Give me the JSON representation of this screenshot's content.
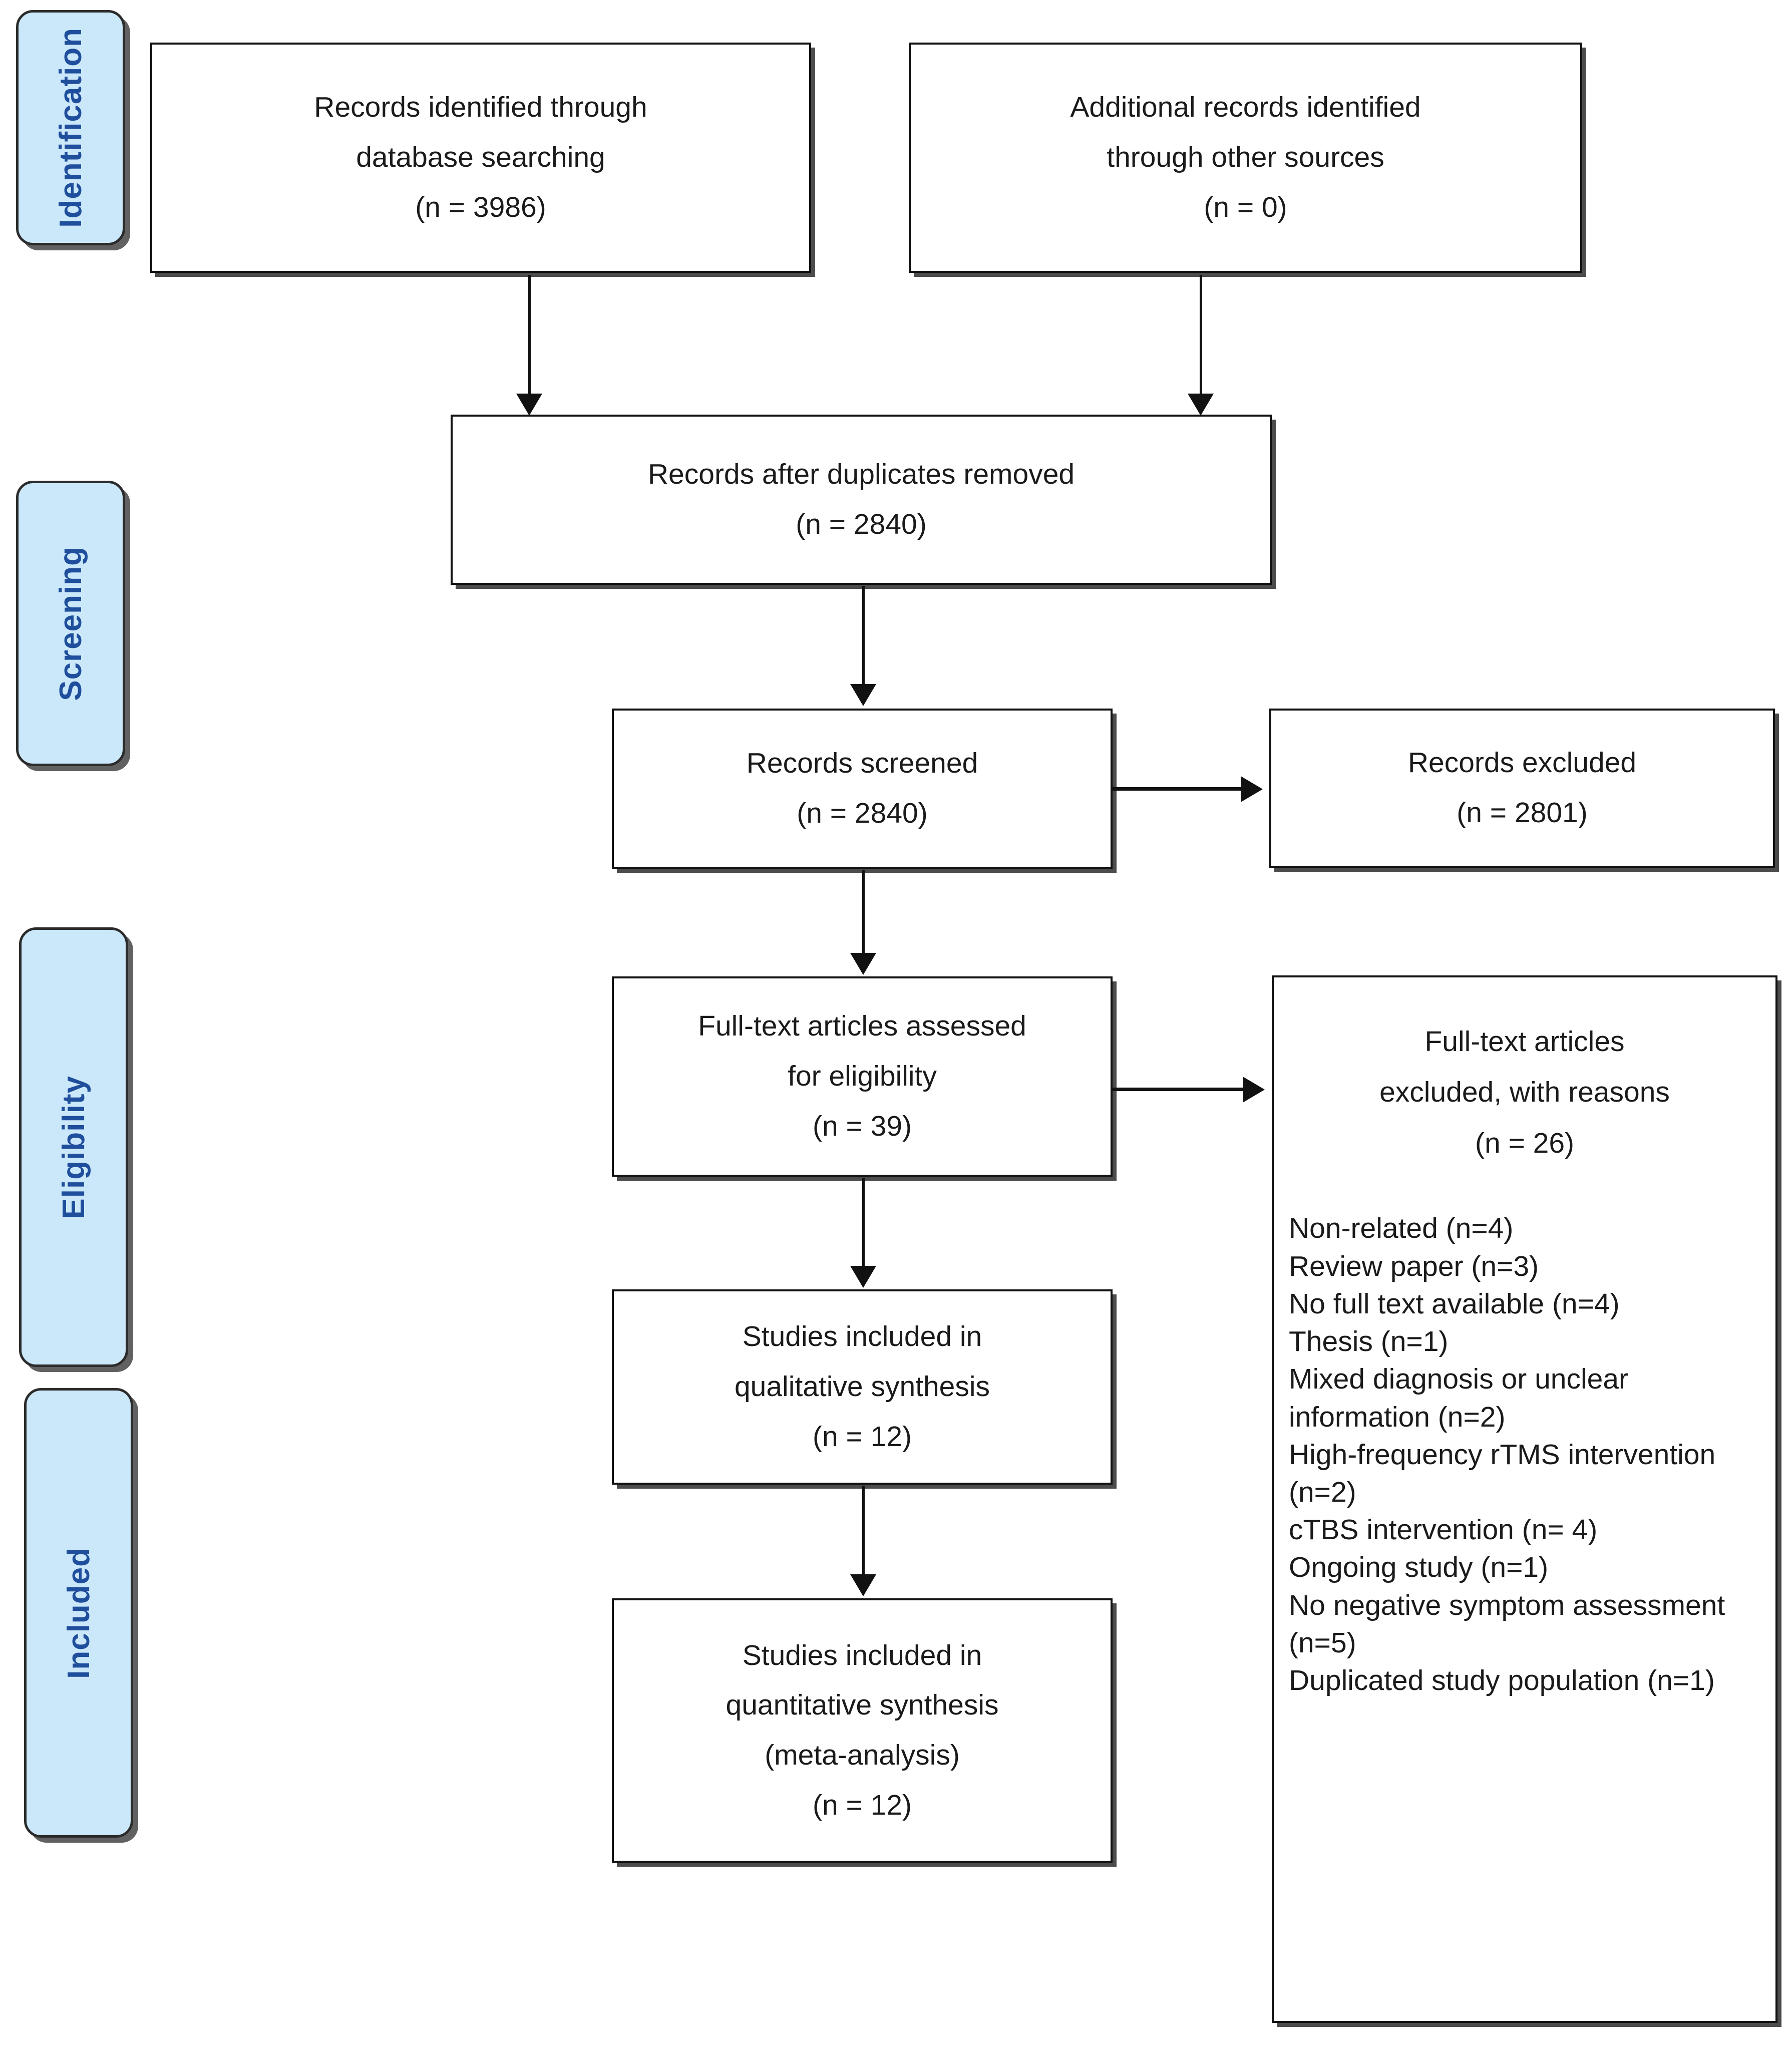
{
  "diagram": {
    "type": "prisma-flow-diagram",
    "colors": {
      "stage_fill": "#cbe8fb",
      "stage_text": "#1f4e9c",
      "box_border": "#111111",
      "box_fill": "#ffffff",
      "text": "#1a1a1a"
    }
  },
  "stages": [
    {
      "label": "Identification"
    },
    {
      "label": "Screening"
    },
    {
      "label": "Eligibility"
    },
    {
      "label": "Included"
    }
  ],
  "boxes": {
    "identified_database": {
      "line1": "Records identified through",
      "line2": "database searching",
      "line3": "(n = 3986)",
      "n": 3986
    },
    "identified_other": {
      "line1": "Additional records identified",
      "line2": "through other sources",
      "line3": "(n = 0)",
      "n": 0
    },
    "after_duplicates": {
      "line1": "Records after duplicates removed",
      "line2": "(n = 2840)",
      "n": 2840
    },
    "records_screened": {
      "line1": "Records screened",
      "line2": "(n = 2840)",
      "n": 2840
    },
    "records_excluded": {
      "line1": "Records excluded",
      "line2": "(n = 2801)",
      "n": 2801
    },
    "fulltext_assessed": {
      "line1": "Full-text articles assessed",
      "line2": "for eligibility",
      "line3": "(n = 39)",
      "n": 39
    },
    "fulltext_excluded": {
      "line1": "Full-text articles",
      "line2": "excluded, with reasons",
      "line3": "(n = 26)",
      "n": 26,
      "reasons": [
        "Non-related (n=4)",
        "Review paper (n=3)",
        "No full text available (n=4)",
        "Thesis (n=1)",
        "Mixed diagnosis or unclear information (n=2)",
        "High-frequency rTMS intervention (n=2)",
        "cTBS intervention (n= 4)",
        "Ongoing study (n=1)",
        "No negative symptom assessment (n=5)",
        "Duplicated study population (n=1)"
      ]
    },
    "qualitative": {
      "line1": "Studies included in",
      "line2": "qualitative synthesis",
      "line3": "(n = 12)",
      "n": 12
    },
    "quantitative": {
      "line1": "Studies included in",
      "line2": "quantitative synthesis",
      "line3": "(meta-analysis)",
      "line4": "(n = 12)",
      "n": 12
    }
  }
}
